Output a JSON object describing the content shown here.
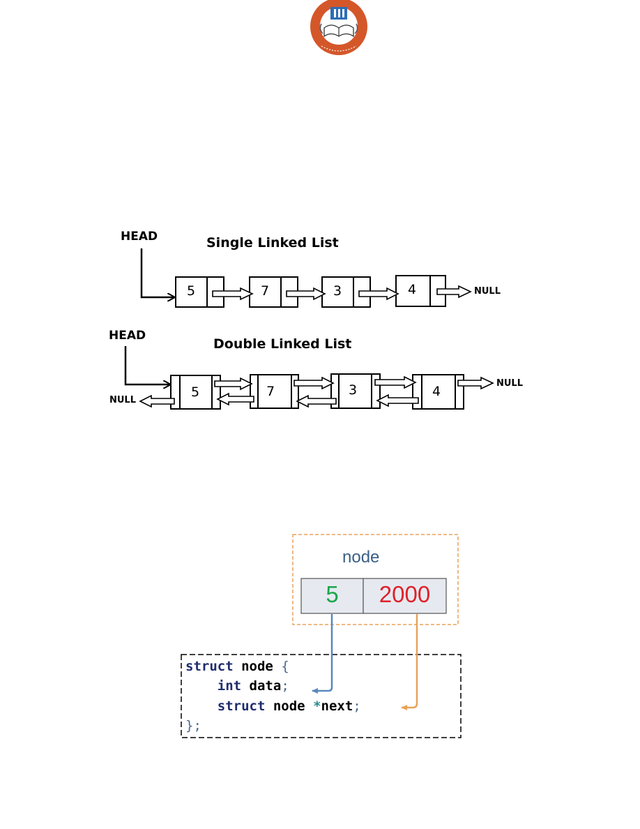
{
  "logo": {
    "icon": "university-seal-icon",
    "colors": {
      "ring": "#d4572a",
      "inner": "#ffffff",
      "book": "#2d6db5"
    }
  },
  "single_list": {
    "title": "Single Linked List",
    "head_label": "HEAD",
    "null_label": "NULL",
    "nodes": [
      "5",
      "7",
      "3",
      "4"
    ]
  },
  "double_list": {
    "title": "Double Linked List",
    "head_label": "HEAD",
    "null_left": "NULL",
    "null_right": "NULL",
    "nodes": [
      "5",
      "7",
      "3",
      "4"
    ]
  },
  "node_struct": {
    "label": "node",
    "data_value": "5",
    "next_value": "2000",
    "colors": {
      "label": "#3b5f86",
      "data": "#1aa64a",
      "next": "#e0202a",
      "data_arrow": "#5b87c0",
      "next_arrow": "#e8a25a",
      "frame_dash": "#e8a25a",
      "cell_fill": "#e6eaf0"
    }
  },
  "code": {
    "line1_kw": "struct",
    "line1_name": "node",
    "line1_brace": "{",
    "line2_kw": "int",
    "line2_name": "data",
    "line2_semi": ";",
    "line3_kw": "struct",
    "line3_name": "node",
    "line3_star": "*",
    "line3_field": "next",
    "line3_semi": ";",
    "line4": "};"
  }
}
